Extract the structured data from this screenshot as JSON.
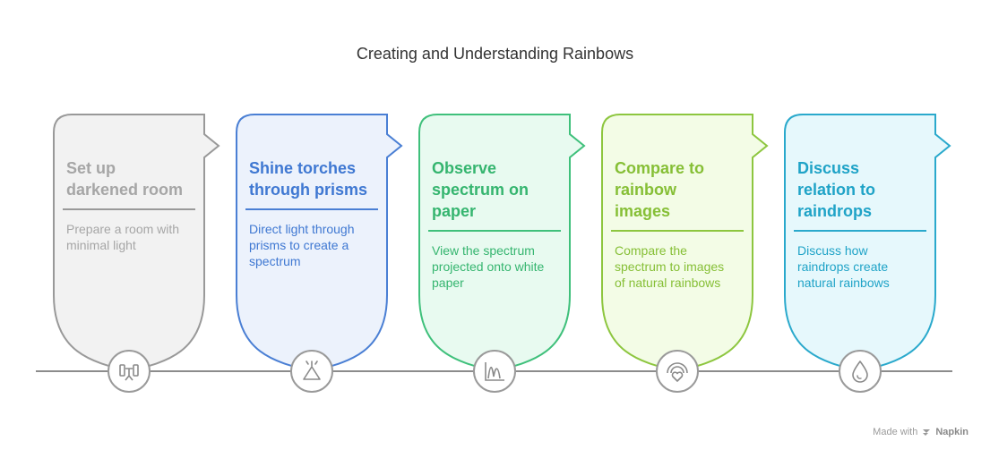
{
  "title": "Creating and Understanding Rainbows",
  "footer": {
    "made_with": "Made with",
    "brand": "Napkin"
  },
  "steps": [
    {
      "title": "Set up\ndarkened room",
      "description": "Prepare a room with\nminimal light",
      "icon": "room-setup-icon",
      "color": "#999999",
      "text_color": "#a6a6a6",
      "fill": "#f2f2f2"
    },
    {
      "title": "Shine torches\nthrough prisms",
      "description": "Direct light through\nprisms to create a\nspectrum",
      "icon": "prism-icon",
      "color": "#4a7fd4",
      "text_color": "#3f78d2",
      "fill": "#ecf2fc"
    },
    {
      "title": "Observe\nspectrum on\npaper",
      "description": "View the spectrum\nprojected onto white\npaper",
      "icon": "spectrum-graph-icon",
      "color": "#3fc07b",
      "text_color": "#35b56f",
      "fill": "#e8faf0"
    },
    {
      "title": "Compare to\nrainbow\nimages",
      "description": "Compare the\nspectrum to images\nof natural rainbows",
      "icon": "rainbow-heart-icon",
      "color": "#8dc63f",
      "text_color": "#86bf36",
      "fill": "#f3fce6"
    },
    {
      "title": "Discuss\nrelation to\nraindrops",
      "description": "Discuss how\nraindrops create\nnatural rainbows",
      "icon": "raindrop-icon",
      "color": "#2aa9cc",
      "text_color": "#1fa3c7",
      "fill": "#e6f8fc"
    }
  ]
}
